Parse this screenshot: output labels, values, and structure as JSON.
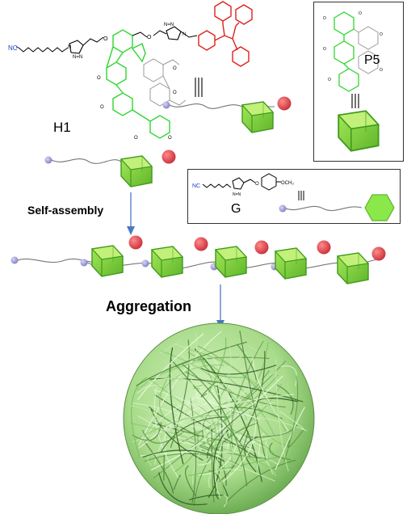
{
  "labels": {
    "h1": "H1",
    "p5": "P5",
    "g": "G",
    "self_assembly": "Self-assembly",
    "aggregation": "Aggregation",
    "nc_h1": "NC",
    "nc_g": "NC",
    "och3": "OCH₃"
  },
  "colors": {
    "nitrile": "#1d3fc6",
    "pillararene": "#2fd52f",
    "tetraphenylethylene": "#e02020",
    "ring_fill": "#7ad33a",
    "ring_dark": "#3f9a1c",
    "stopper": "#e0505a",
    "guest_end": "#9a9ad6",
    "aggregate": "#a8db8a"
  },
  "icons": [
    "equilibrium-icon",
    "arrow-down-icon",
    "green-ring-icon",
    "red-sphere-icon",
    "blue-bead-icon",
    "hexagon-icon"
  ]
}
